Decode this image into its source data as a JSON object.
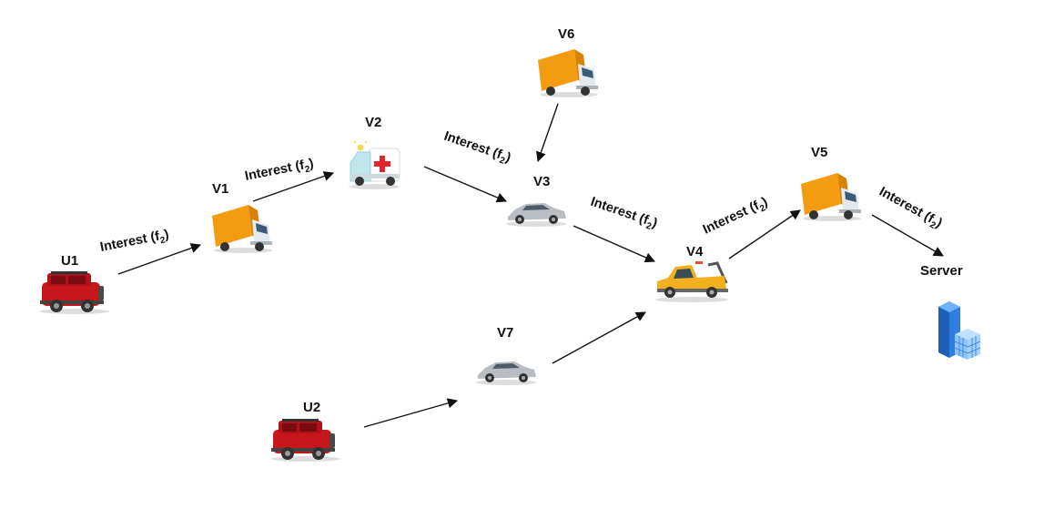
{
  "nodes": {
    "u1": {
      "label": "U1",
      "icon": "red-suv-icon"
    },
    "u2": {
      "label": "U2",
      "icon": "red-suv-icon"
    },
    "v1": {
      "label": "V1",
      "icon": "orange-delivery-truck-icon"
    },
    "v2": {
      "label": "V2",
      "icon": "ambulance-icon"
    },
    "v3": {
      "label": "V3",
      "icon": "silver-sedan-icon"
    },
    "v4": {
      "label": "V4",
      "icon": "yellow-tow-truck-icon"
    },
    "v5": {
      "label": "V5",
      "icon": "orange-delivery-truck-icon"
    },
    "v6": {
      "label": "V6",
      "icon": "orange-delivery-truck-icon"
    },
    "v7": {
      "label": "V7",
      "icon": "silver-sedan-icon"
    },
    "server": {
      "label": "Server",
      "icon": "server-icon"
    }
  },
  "edges": {
    "u1_v1": {
      "text": "Interest (f",
      "sub": "2",
      "close": ")"
    },
    "v1_v2": {
      "text": "Interest (f",
      "sub": "2",
      "close": ")"
    },
    "v2_v3": {
      "text": "Interest (f",
      "sub": "2",
      "close": ")"
    },
    "v3_v4": {
      "text": "Interest (f",
      "sub": "2",
      "close": ")"
    },
    "v4_v5": {
      "text": "Interest (f",
      "sub": "2",
      "close": ")"
    },
    "v5_server": {
      "text": "Interest (f",
      "sub": "2",
      "close": ")"
    }
  },
  "colors": {
    "suv": "#c8161d",
    "truck_cargo": "#f39c12",
    "truck_cab": "#dfe6ea",
    "sedan": "#b8bec4",
    "tow": "#f2b01e",
    "ambulance_cross": "#e4262c",
    "server": "#2f7de1"
  }
}
